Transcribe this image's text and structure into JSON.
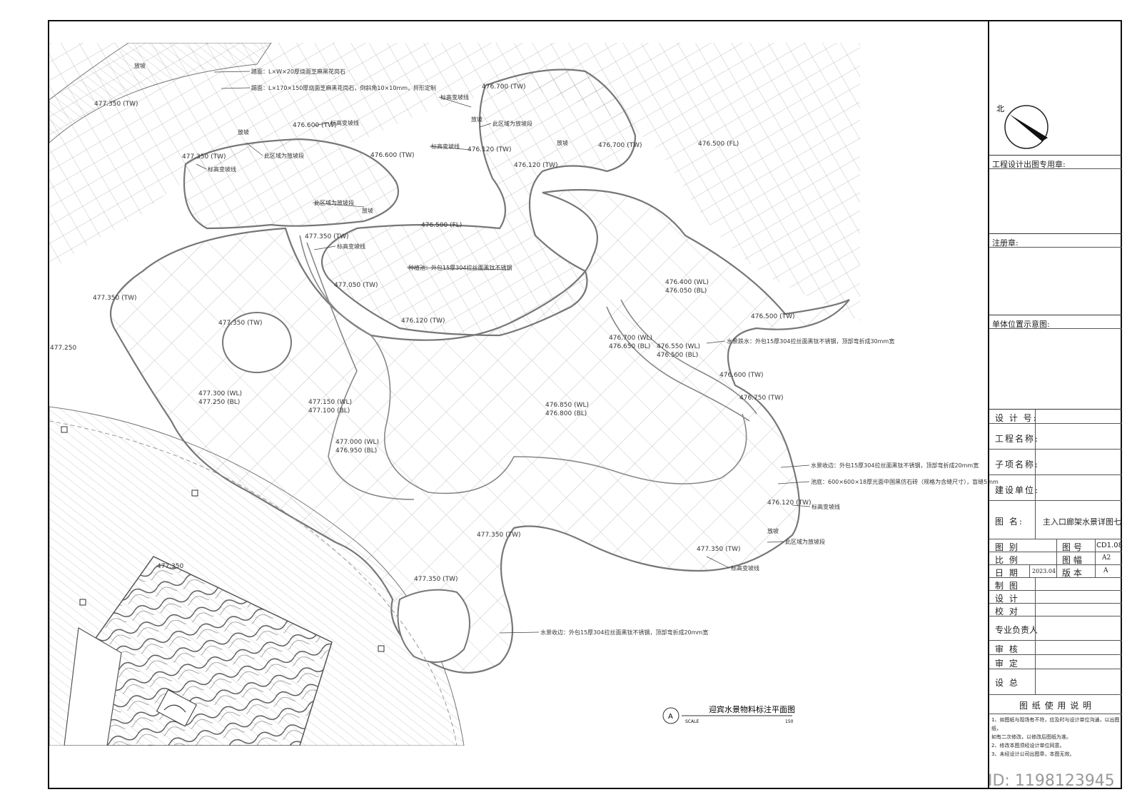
{
  "drawing": {
    "title": "迎宾水景物料标注平面图",
    "callout_letter": "A",
    "scale_label": "SCALE",
    "scale_value": "150"
  },
  "north_label": "北",
  "titleblock": {
    "stamp_label": "工程设计出图专用章:",
    "register_label": "注册章:",
    "location_label": "单体位置示意图:",
    "design_no_label": "设 计 号:",
    "project_name_label": "工程名称:",
    "sub_item_label": "子项名称:",
    "client_label": "建设单位:",
    "drawing_name_label": "图    名:",
    "drawing_name_value": "主入口廊架水景详图七",
    "category_label": "图    别",
    "number_label": "图    号",
    "number_value": "CD1.08",
    "ratio_label": "比    例",
    "size_label": "图    幅",
    "size_value": "A2",
    "date_label": "日    期",
    "date_value": "2023.04",
    "version_label": "版    本",
    "version_value": "A",
    "draw_label": "制    图",
    "design_label": "设    计",
    "check_label": "校    对",
    "lead_label": "专业负责人",
    "review_label": "审    核",
    "approve_label": "审    定",
    "chief_label": "设    总",
    "usage_title": "图 纸 使 用 说 明",
    "usage_lines": [
      "1、如图纸与现场有不符，应及时与设计单位沟通，以出图纸，",
      "如有二次修改，以修改后图纸为准。",
      "2、修改本图须经设计单位同意。",
      "3、未经设计公司出图章，本图无效。"
    ]
  },
  "id_text": "ID: 1198123945",
  "elevations": [
    {
      "t": "477.350 (TW)"
    },
    {
      "t": "476.600 (TW)"
    },
    {
      "t": "477.350 (TW)"
    },
    {
      "t": "476.600 (TW)"
    },
    {
      "t": "476.700 (TW)"
    },
    {
      "t": "476.120 (TW)"
    },
    {
      "t": "476.120 (TW)"
    },
    {
      "t": "476.700 (TW)"
    },
    {
      "t": "476.500 (FL)"
    },
    {
      "t": "476.500 (FL)"
    },
    {
      "t": "477.350 (TW)"
    },
    {
      "t": "477.050 (TW)"
    },
    {
      "t": "476.120 (TW)"
    },
    {
      "t": "477.350 (TW)"
    },
    {
      "t": "477.350 (TW)"
    },
    {
      "t": "477.250"
    },
    {
      "t": "477.300 (WL)"
    },
    {
      "t": "477.250 (BL)"
    },
    {
      "t": "477.150 (WL)"
    },
    {
      "t": "477.100 (BL)"
    },
    {
      "t": "477.000 (WL)"
    },
    {
      "t": "476.950 (BL)"
    },
    {
      "t": "476.850 (WL)"
    },
    {
      "t": "476.800 (BL)"
    },
    {
      "t": "476.400 (WL)"
    },
    {
      "t": "476.050 (BL)"
    },
    {
      "t": "476.500 (TW)"
    },
    {
      "t": "476.700 (WL)"
    },
    {
      "t": "476.650 (BL)"
    },
    {
      "t": "476.550 (WL)"
    },
    {
      "t": "476.500 (BL)"
    },
    {
      "t": "476.600 (TW)"
    },
    {
      "t": "476.750 (TW)"
    },
    {
      "t": "476.120 (TW)"
    },
    {
      "t": "477.350 (TW)"
    },
    {
      "t": "477.350 (TW)"
    },
    {
      "t": "477.350 (TW)"
    },
    {
      "t": "477.350"
    }
  ],
  "annotations": [
    {
      "t": "踏面：L×W×20厚烧面芝麻黑花岗石"
    },
    {
      "t": "踢面：L×170×150厚烧面芝麻黑花岗石，倒斜角10×10mm，异形定制"
    },
    {
      "t": "标高变坡线"
    },
    {
      "t": "此区域为放坡段"
    },
    {
      "t": "标高变坡线"
    },
    {
      "t": "此区域为放坡段"
    },
    {
      "t": "标高变坡线"
    },
    {
      "t": "放坡"
    },
    {
      "t": "标高变坡线"
    },
    {
      "t": "此区域为放坡段"
    },
    {
      "t": "标高变坡线"
    },
    {
      "t": "放坡"
    },
    {
      "t": "种植池：外包15厚304拉丝面黑钛不锈钢"
    },
    {
      "t": "水景跌水：外包15厚304拉丝面黑钛不锈钢，顶部弯折成30mm宽"
    },
    {
      "t": "水景收边：外包15厚304拉丝面黑钛不锈钢，顶部弯折成20mm宽"
    },
    {
      "t": "池底：600×600×18厚光面中国黑仿石砖（规格为含缝尺寸），盲缝5mm"
    },
    {
      "t": "标高变坡线"
    },
    {
      "t": "此区域为放坡段"
    },
    {
      "t": "标高变坡线"
    },
    {
      "t": "水景收边：外包15厚304拉丝面黑钛不锈钢，顶部弯折成20mm宽"
    },
    {
      "t": "放坡"
    },
    {
      "t": "放坡"
    },
    {
      "t": "放坡"
    },
    {
      "t": "放坡"
    }
  ]
}
